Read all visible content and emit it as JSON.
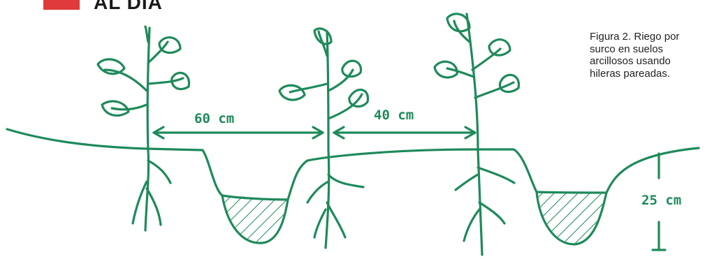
{
  "header": {
    "section_title": "AL DÍA"
  },
  "caption": {
    "lines": [
      "Figura 2. Riego por",
      "surco en suelos",
      "arcillosos usando",
      "hileras pareadas."
    ]
  },
  "dimensions": {
    "spacing_wide": "60 cm",
    "spacing_narrow": "40 cm",
    "furrow_depth": "25 cm"
  },
  "colors": {
    "ink": "#1e8a5a",
    "accent_strip": "#e03a3a"
  }
}
